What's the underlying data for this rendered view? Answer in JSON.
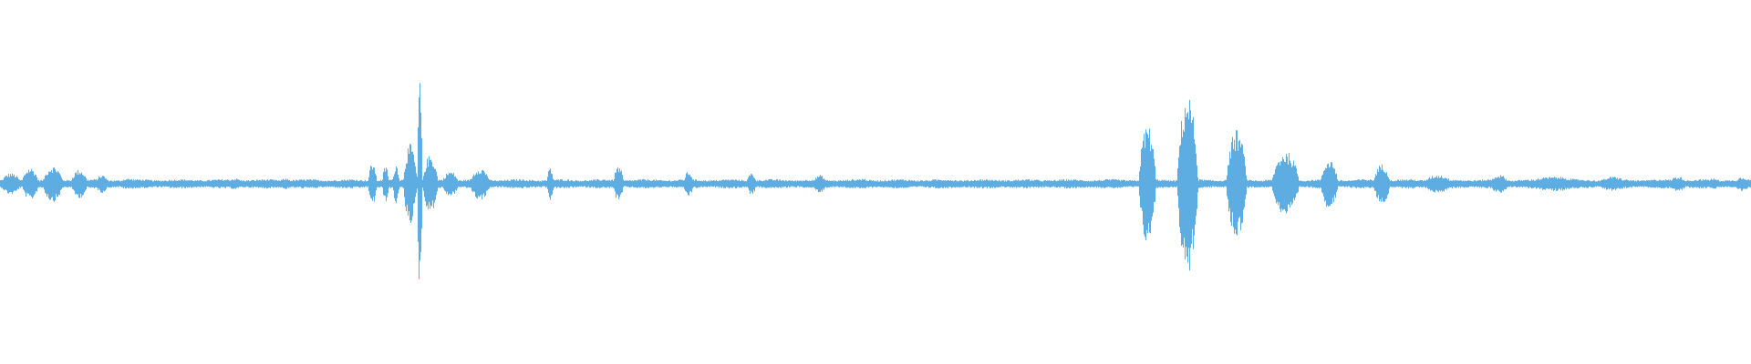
{
  "waveform": {
    "color": "#5dade2",
    "background": "#ffffff",
    "baseline_amplitude": 0.02,
    "segments": [
      {
        "start": 0.0,
        "end": 0.012,
        "amplitude": 0.06
      },
      {
        "start": 0.012,
        "end": 0.022,
        "amplitude": 0.09
      },
      {
        "start": 0.024,
        "end": 0.036,
        "amplitude": 0.1
      },
      {
        "start": 0.04,
        "end": 0.05,
        "amplitude": 0.08
      },
      {
        "start": 0.054,
        "end": 0.062,
        "amplitude": 0.05
      },
      {
        "start": 0.066,
        "end": 0.08,
        "amplitude": 0.03
      },
      {
        "start": 0.128,
        "end": 0.14,
        "amplitude": 0.03
      },
      {
        "start": 0.158,
        "end": 0.168,
        "amplitude": 0.03
      },
      {
        "start": 0.21,
        "end": 0.215,
        "amplitude": 0.12
      },
      {
        "start": 0.218,
        "end": 0.222,
        "amplitude": 0.1
      },
      {
        "start": 0.224,
        "end": 0.228,
        "amplitude": 0.11
      },
      {
        "start": 0.23,
        "end": 0.238,
        "amplitude": 0.22
      },
      {
        "start": 0.238,
        "end": 0.241,
        "amplitude": 0.58
      },
      {
        "start": 0.241,
        "end": 0.25,
        "amplitude": 0.16
      },
      {
        "start": 0.252,
        "end": 0.262,
        "amplitude": 0.07
      },
      {
        "start": 0.268,
        "end": 0.28,
        "amplitude": 0.09
      },
      {
        "start": 0.312,
        "end": 0.316,
        "amplitude": 0.09
      },
      {
        "start": 0.35,
        "end": 0.356,
        "amplitude": 0.1
      },
      {
        "start": 0.39,
        "end": 0.396,
        "amplitude": 0.07
      },
      {
        "start": 0.426,
        "end": 0.432,
        "amplitude": 0.06
      },
      {
        "start": 0.464,
        "end": 0.472,
        "amplitude": 0.05
      },
      {
        "start": 0.486,
        "end": 0.498,
        "amplitude": 0.03
      },
      {
        "start": 0.65,
        "end": 0.66,
        "amplitude": 0.33
      },
      {
        "start": 0.672,
        "end": 0.684,
        "amplitude": 0.5
      },
      {
        "start": 0.7,
        "end": 0.712,
        "amplitude": 0.3
      },
      {
        "start": 0.726,
        "end": 0.742,
        "amplitude": 0.18
      },
      {
        "start": 0.754,
        "end": 0.764,
        "amplitude": 0.14
      },
      {
        "start": 0.784,
        "end": 0.794,
        "amplitude": 0.11
      },
      {
        "start": 0.812,
        "end": 0.83,
        "amplitude": 0.05
      },
      {
        "start": 0.85,
        "end": 0.862,
        "amplitude": 0.05
      },
      {
        "start": 0.87,
        "end": 0.905,
        "amplitude": 0.04
      },
      {
        "start": 0.912,
        "end": 0.93,
        "amplitude": 0.04
      },
      {
        "start": 0.952,
        "end": 0.964,
        "amplitude": 0.04
      },
      {
        "start": 0.972,
        "end": 0.984,
        "amplitude": 0.03
      },
      {
        "start": 0.99,
        "end": 1.0,
        "amplitude": 0.04
      }
    ]
  }
}
